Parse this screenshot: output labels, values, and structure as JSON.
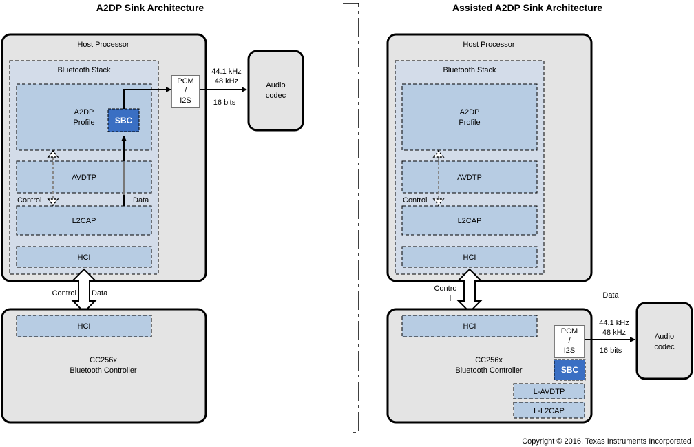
{
  "left": {
    "title": "A2DP Sink Architecture",
    "host_processor": "Host Processor",
    "bluetooth_stack": "Bluetooth Stack",
    "a2dp_line1": "A2DP",
    "a2dp_line2": "Profile",
    "sbc": "SBC",
    "avdtp": "AVDTP",
    "control": "Control",
    "data": "Data",
    "l2cap": "L2CAP",
    "hci_host": "HCI",
    "pcm_line1": "PCM",
    "pcm_line2": "/",
    "pcm_line3": "I2S",
    "rate1": "44.1 kHz",
    "rate2": "48 kHz",
    "bits": "16 bits",
    "codec_line1": "Audio",
    "codec_line2": "codec",
    "link_control": "Control",
    "link_data": "Data",
    "hci_ctrl": "HCI",
    "controller_line1": "CC256x",
    "controller_line2": "Bluetooth Controller"
  },
  "right": {
    "title": "Assisted A2DP Sink Architecture",
    "host_processor": "Host Processor",
    "bluetooth_stack": "Bluetooth Stack",
    "a2dp_line1": "A2DP",
    "a2dp_line2": "Profile",
    "avdtp": "AVDTP",
    "control": "Control",
    "l2cap": "L2CAP",
    "hci_host": "HCI",
    "link_control_1": "Contro",
    "link_control_2": "l",
    "data_label": "Data",
    "hci_ctrl": "HCI",
    "controller_line1": "CC256x",
    "controller_line2": "Bluetooth Controller",
    "pcm_line1": "PCM",
    "pcm_line2": "/",
    "pcm_line3": "I2S",
    "sbc": "SBC",
    "l_avdtp": "L-AVDTP",
    "l_l2cap": "L-L2CAP",
    "rate1": "44.1 kHz",
    "rate2": "48 kHz",
    "bits": "16 bits",
    "codec_line1": "Audio",
    "codec_line2": "codec"
  },
  "copyright": "Copyright © 2016, Texas Instruments Incorporated"
}
